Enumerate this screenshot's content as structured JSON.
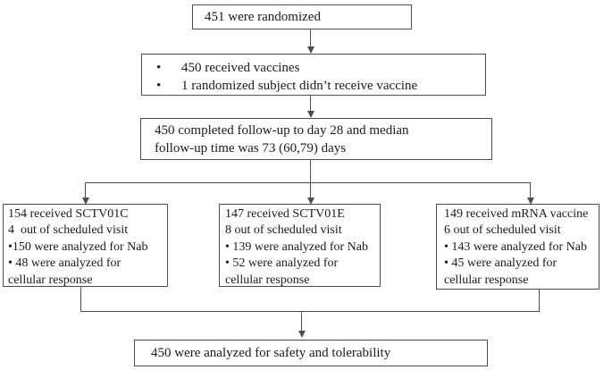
{
  "diagram": {
    "randomized": {
      "text": "451 were randomized"
    },
    "received": {
      "bullet_char": "•",
      "bullets": [
        "450 received vaccines",
        "1 randomized subject didn’t receive vaccine"
      ]
    },
    "followup": {
      "lines": [
        "450 completed follow-up to day 28 and median",
        "follow-up time was 73 (60,79) days"
      ]
    },
    "arms": [
      {
        "lines": [
          "154 received SCTV01C",
          "4  out of scheduled visit",
          "•150 were analyzed for Nab",
          "• 48 were analyzed for",
          "cellular response"
        ]
      },
      {
        "lines": [
          "147 received SCTV01E",
          "8 out of scheduled visit",
          "• 139 were analyzed for Nab",
          "• 52 were analyzed for",
          "cellular response"
        ]
      },
      {
        "lines": [
          "149 received mRNA vaccine",
          "6 out of scheduled visit",
          "• 143 were analyzed for Nab",
          "• 45 were analyzed for",
          "cellular response"
        ]
      }
    ],
    "safety": {
      "text": "450 were analyzed for safety and tolerability"
    }
  },
  "colors": {
    "line": "#4f4f4f",
    "text": "#1b1b1b",
    "background": "#ffffff"
  }
}
